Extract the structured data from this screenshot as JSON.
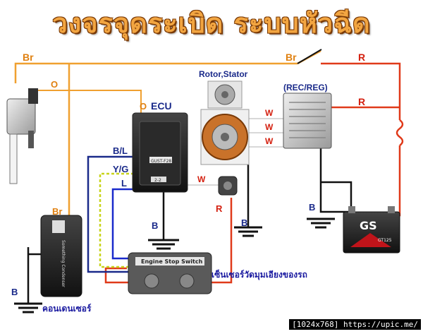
{
  "title": "วงจรจุดระเบิด ระบบหัวฉีด",
  "labels": {
    "br_top_left": "Br",
    "br_top_right": "Br",
    "r_top": "R",
    "r_right": "R",
    "o": "O",
    "o_ecu": "O",
    "ecu": "ECU",
    "rotor_stator": "Rotor,Stator",
    "rec_reg": "(REC/REG)",
    "w1": "W",
    "w2": "W",
    "w3": "W",
    "w_sensor": "W",
    "bl": "B/L",
    "yg": "Y/G",
    "l": "L",
    "r_sensor": "R",
    "b_ecu": "B",
    "b_stator": "B",
    "b_battery": "B",
    "b_left": "B",
    "br_condenser": "Br"
  },
  "captions": {
    "sensor": "เซ็นเซอร์วัดมุมเอียงของรถ",
    "condenser": "คอนเดนเซอร์"
  },
  "devices": {
    "ecu_tag": "GUST-F28",
    "ecu_sub": "2-2",
    "switch_label": "Engine Stop Switch",
    "battery_brand": "GS",
    "battery_model": "GT125",
    "condenser_label": "Something Condenser"
  },
  "watermark": "[1024x768] https://upic.me/",
  "colors": {
    "wire_br": "#f0a030",
    "wire_r": "#e03a1a",
    "wire_bl": "#1a2a8a",
    "wire_yg": "#c8d41a",
    "wire_l": "#1a2acc",
    "wire_b": "#111111",
    "label_blue": "#1a2a8a",
    "label_red": "#d42010",
    "label_orange": "#e08010"
  }
}
